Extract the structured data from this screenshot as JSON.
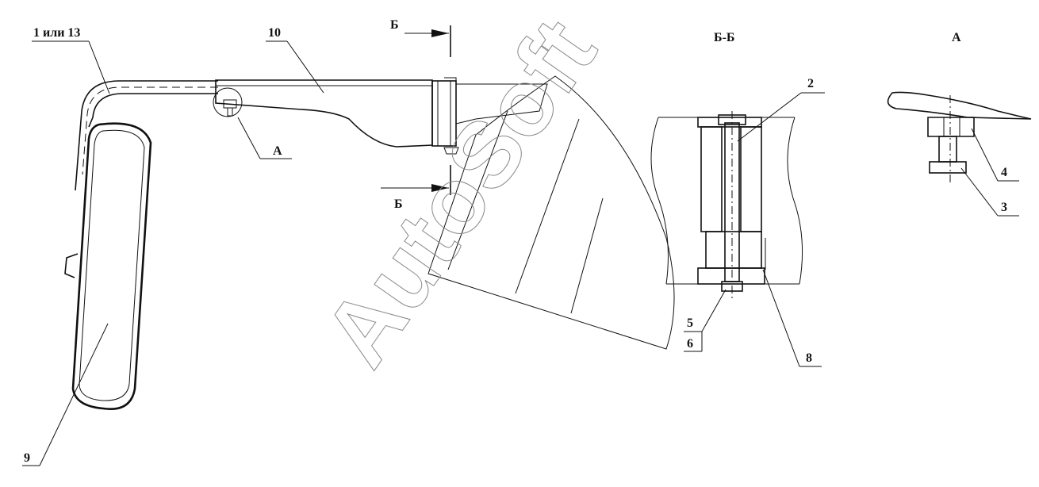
{
  "labels": {
    "part_1_13": "1 или 13",
    "part_10": "10",
    "part_9": "9",
    "detail_a": "А",
    "section_b_top": "Б",
    "section_b_bottom": "Б",
    "section_title_bb": "Б-Б",
    "view_title_a": "А",
    "part_2": "2",
    "part_5": "5",
    "part_6": "6",
    "part_8": "8",
    "part_4": "4",
    "part_3": "3"
  },
  "watermark": "AutoSoft",
  "colors": {
    "line": "#111111",
    "watermark": "#8a8a8a",
    "background": "#ffffff"
  }
}
